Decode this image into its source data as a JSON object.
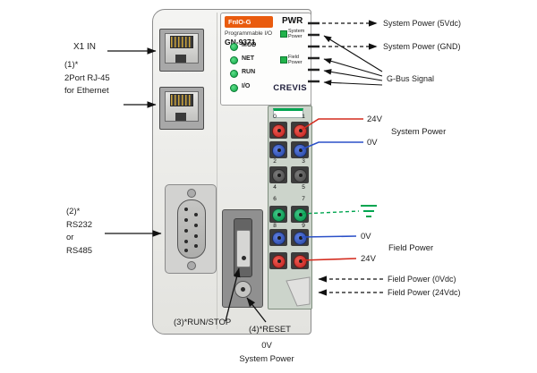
{
  "device": {
    "panel": {
      "series": "FnIO-G",
      "type_label": "Programmable I/O",
      "model": "GN-9371",
      "pwr_label": "PWR",
      "system_power_indicator": "System\nPower",
      "field_power_indicator": "Field\nPower",
      "leds": [
        "MOD",
        "NET",
        "RUN",
        "I/O"
      ],
      "brand": "CREVIS"
    },
    "terminals": {
      "numbers": [
        "0",
        "1",
        "2",
        "3",
        "4",
        "5",
        "6",
        "7",
        "8",
        "9"
      ]
    }
  },
  "colors": {
    "accent_orange": "#e95b0e",
    "led_green": "#21b24b",
    "terminal_red": "#c0201e",
    "terminal_blue": "#23439f",
    "terminal_green": "#00a550",
    "terminal_dark": "#4a4a4a"
  },
  "annotations": {
    "x1_in": "X1 IN",
    "note1": "(1)*\n2Port RJ-45\nfor Ethernet",
    "note2": "(2)*\nRS232\nor\nRS485",
    "note3": "(3)*RUN/STOP",
    "note4": "(4)*RESET",
    "bottom_power": "0V\nSystem Power",
    "sys_power_5v": "System Power (5Vdc)",
    "sys_power_gnd": "System Power (GND)",
    "gbus": "G-Bus Signal",
    "v24_top": "24V",
    "v0_top": "0V",
    "system_power": "System Power",
    "v0_mid": "0V",
    "v24_mid": "24V",
    "field_power": "Field Power",
    "field_power_0v": "Field Power (0Vdc)",
    "field_power_24v": "Field Power (24Vdc)"
  }
}
